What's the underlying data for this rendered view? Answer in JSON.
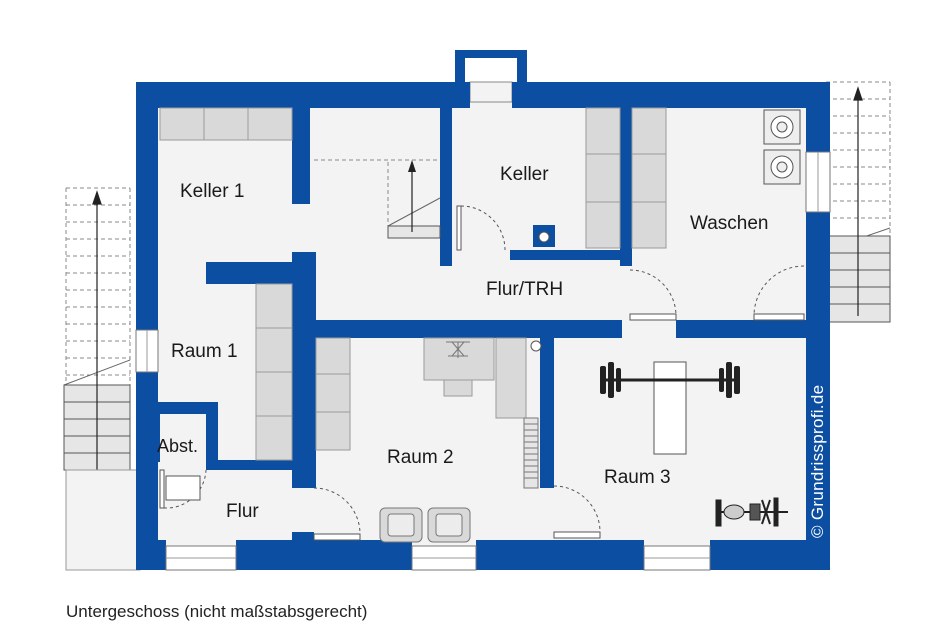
{
  "rooms": {
    "keller1": "Keller 1",
    "keller": "Keller",
    "waschen": "Waschen",
    "flur_trh": "Flur/TRH",
    "raum1": "Raum 1",
    "abst": "Abst.",
    "raum2": "Raum 2",
    "raum3": "Raum 3",
    "flur": "Flur"
  },
  "caption": "Untergeschoss (nicht maßstabsgerecht)",
  "watermark": "© Grundrissprofi.de",
  "colors": {
    "wall": "#0b4ea2",
    "floor": "#f3f3f3",
    "furniture": "#d9d9d9",
    "furniture_stroke": "#9a9a9a",
    "background": "#ffffff"
  }
}
